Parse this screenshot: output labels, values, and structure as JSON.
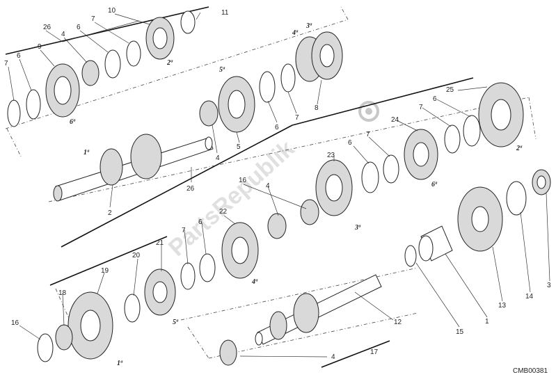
{
  "reference_code": "CMB00381",
  "watermark": "PartsRepublik",
  "callouts": [
    "1",
    "2",
    "3",
    "4",
    "4",
    "4",
    "4",
    "5",
    "6",
    "6",
    "6",
    "6",
    "6",
    "6",
    "7",
    "7",
    "7",
    "7",
    "7",
    "7",
    "8",
    "9",
    "10",
    "11",
    "12",
    "13",
    "14",
    "15",
    "16",
    "16",
    "17",
    "18",
    "19",
    "20",
    "21",
    "22",
    "23",
    "24",
    "25",
    "26",
    "26"
  ],
  "gear_labels": [
    "1ª",
    "2ª",
    "2ª",
    "3ª",
    "3ª",
    "4ª",
    "4ª",
    "5ª",
    "5ª",
    "6ª",
    "6ª",
    "1ª"
  ]
}
